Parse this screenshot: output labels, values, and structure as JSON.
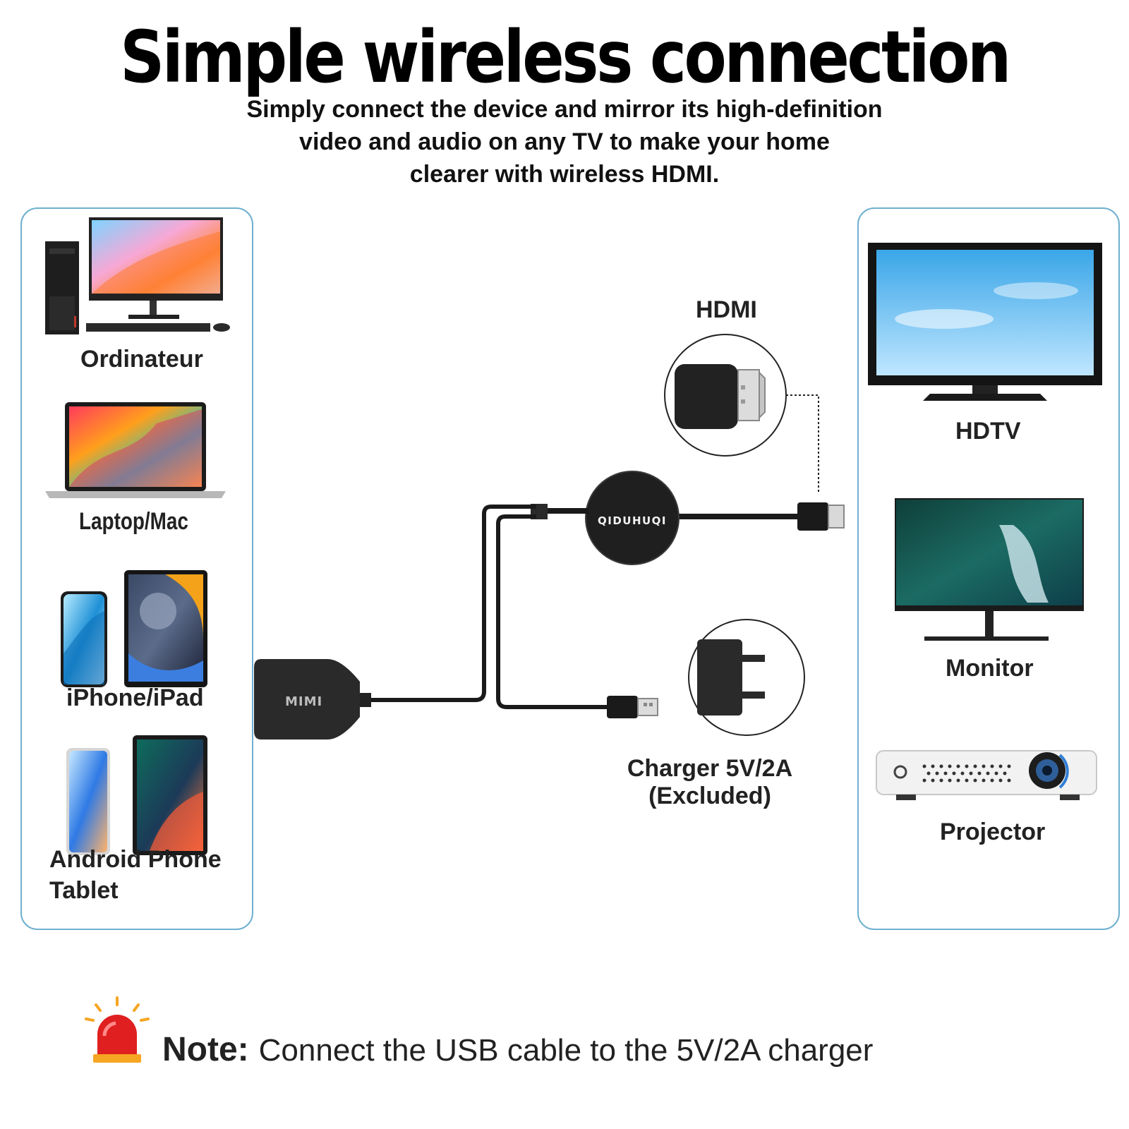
{
  "header": {
    "title": "Simple wireless connection",
    "subtitle_lines": [
      "Simply connect the device and mirror its high-definition",
      "video and audio on any TV to make your home",
      "clearer with wireless HDMI."
    ]
  },
  "sources": {
    "computer": "Ordinateur",
    "laptop": "Laptop/Mac",
    "ios": "iPhone/iPad",
    "android_line1": "Android Phone",
    "android_line2": "Tablet"
  },
  "outputs": {
    "hdtv": "HDTV",
    "monitor": "Monitor",
    "projector": "Projector"
  },
  "device": {
    "brand": "QIDUHUQI",
    "dongle_mark": "MIMI",
    "hdmi_label": "HDMI",
    "charger_line1": "Charger 5V/2A",
    "charger_line2": "(Excluded)"
  },
  "note": {
    "keyword": "Note:",
    "text": "Connect the USB cable to the 5V/2A charger"
  },
  "colors": {
    "panel_border": "#6fb0cf",
    "cable": "#1a1a1a",
    "alarm_red": "#e02020",
    "alarm_orange": "#f5a623"
  }
}
